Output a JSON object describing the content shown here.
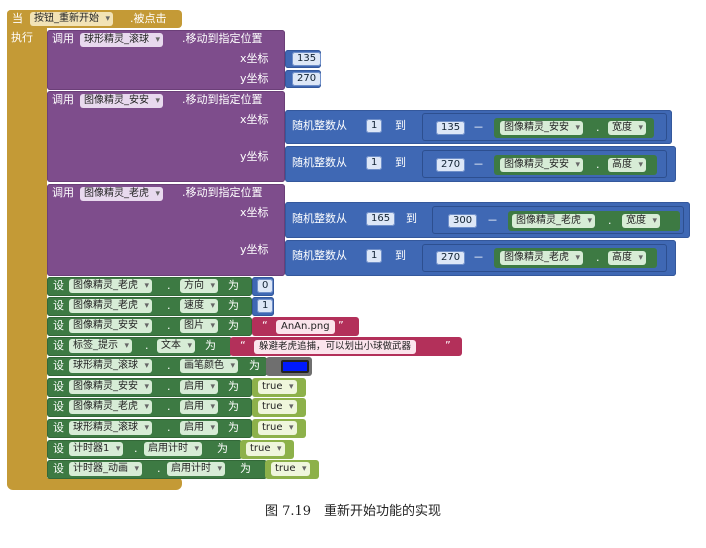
{
  "event": {
    "when_label": "当",
    "component": "按钮_重新开始",
    "event_name": ".被点击",
    "do_label": "执行"
  },
  "call_ball": {
    "call_label": "调用",
    "component": "球形精灵_滚球",
    "method": ".移动到指定位置",
    "x_label": "x坐标",
    "x_value": "135",
    "y_label": "y坐标",
    "y_value": "270"
  },
  "call_anan": {
    "call_label": "调用",
    "component": "图像精灵_安安",
    "method": ".移动到指定位置",
    "x_label": "x坐标",
    "x_random_label": "随机整数从",
    "x_from": "1",
    "x_to_label": "到",
    "x_base": "135",
    "x_minus": "－",
    "x_comp": "图像精灵_安安",
    "x_dot": ".",
    "x_prop": "宽度",
    "y_label": "y坐标",
    "y_random_label": "随机整数从",
    "y_from": "1",
    "y_to_label": "到",
    "y_base": "270",
    "y_minus": "－",
    "y_comp": "图像精灵_安安",
    "y_dot": ".",
    "y_prop": "高度"
  },
  "call_tiger": {
    "call_label": "调用",
    "component": "图像精灵_老虎",
    "method": ".移动到指定位置",
    "x_label": "x坐标",
    "x_random_label": "随机整数从",
    "x_from": "165",
    "x_to_label": "到",
    "x_base": "300",
    "x_minus": "－",
    "x_comp": "图像精灵_老虎",
    "x_dot": ".",
    "x_prop": "宽度",
    "y_label": "y坐标",
    "y_random_label": "随机整数从",
    "y_from": "1",
    "y_to_label": "到",
    "y_base": "270",
    "y_minus": "－",
    "y_comp": "图像精灵_老虎",
    "y_dot": ".",
    "y_prop": "高度"
  },
  "setters": {
    "set_label": "设",
    "dot": ".",
    "to_label": "为",
    "rows": [
      {
        "component": "图像精灵_老虎",
        "prop": "方向",
        "value": "0",
        "kind": "number"
      },
      {
        "component": "图像精灵_老虎",
        "prop": "速度",
        "value": "1",
        "kind": "number"
      },
      {
        "component": "图像精灵_安安",
        "prop": "图片",
        "value": "AnAn.png",
        "kind": "text"
      },
      {
        "component": "标签_提示",
        "prop": "文本",
        "value": "躲避老虎追捕，可以划出小球做武器",
        "kind": "text"
      },
      {
        "component": "球形精灵_滚球",
        "prop": "画笔颜色",
        "value": "",
        "kind": "color"
      },
      {
        "component": "图像精灵_安安",
        "prop": "启用",
        "value": "true",
        "kind": "bool"
      },
      {
        "component": "图像精灵_老虎",
        "prop": "启用",
        "value": "true",
        "kind": "bool"
      },
      {
        "component": "球形精灵_滚球",
        "prop": "启用",
        "value": "true",
        "kind": "bool"
      },
      {
        "component": "计时器1",
        "prop": "启用计时",
        "value": "true",
        "kind": "bool"
      },
      {
        "component": "计时器_动画",
        "prop": "启用计时",
        "value": "true",
        "kind": "bool"
      }
    ]
  },
  "quote_open": "“",
  "quote_close": "”",
  "caption": "图 7.19　重新开始功能的实现",
  "colors": {
    "event": "#c49a36",
    "procedure_call": "#7e4d8c",
    "setter": "#3d7a43",
    "math": "#3f68b4",
    "text": "#b3305a",
    "logic": "#8db14a",
    "pen_color_value": "#0019ff"
  }
}
